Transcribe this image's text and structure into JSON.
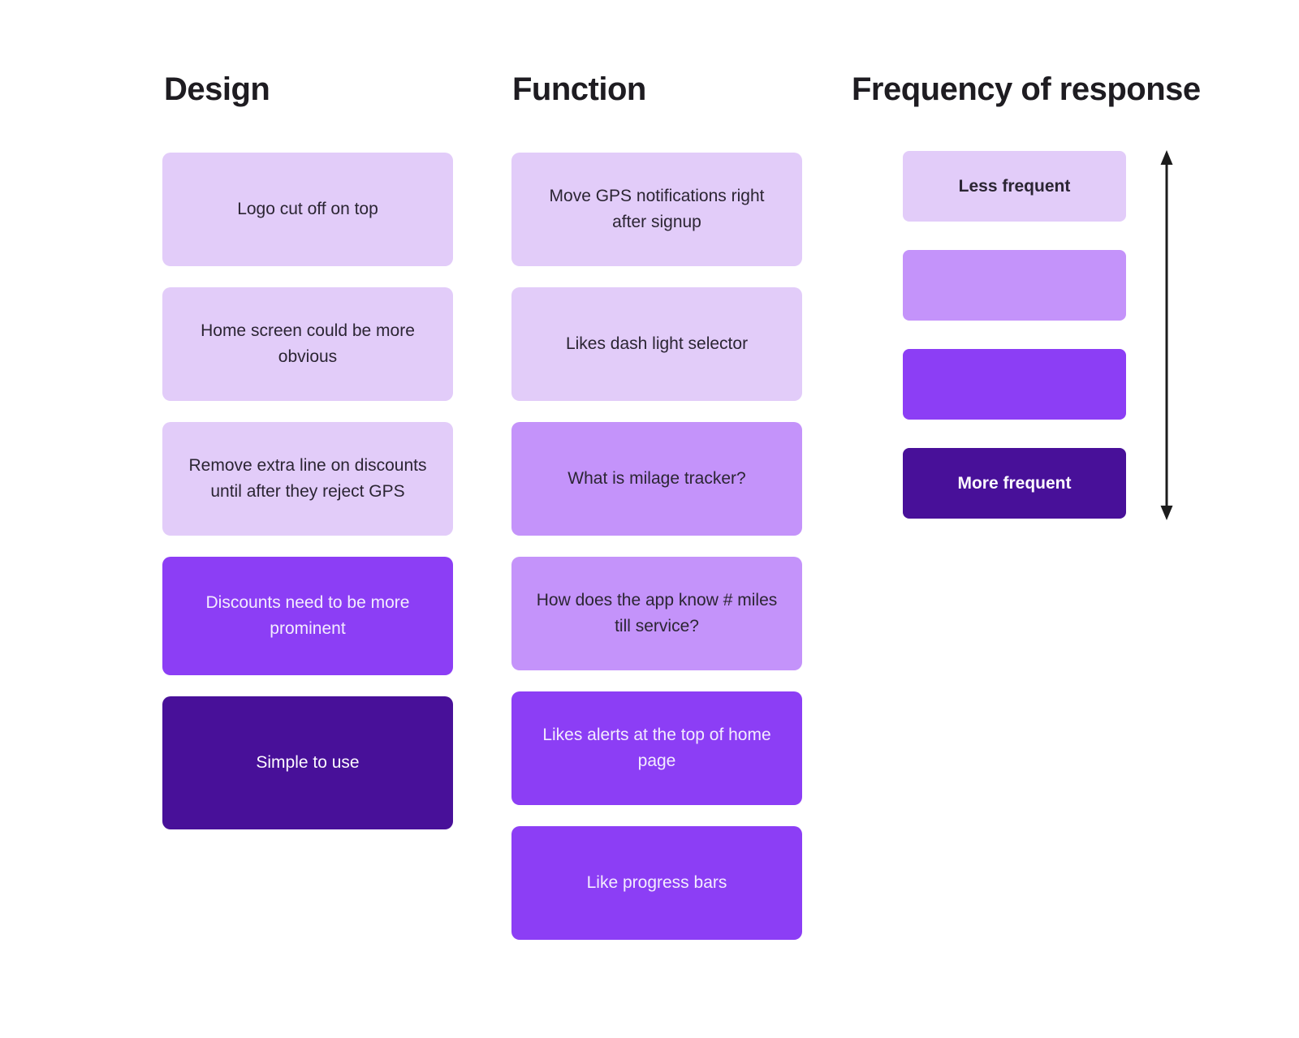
{
  "palette": {
    "background": "#ffffff",
    "note_lightest": "#e2ccf9",
    "note_light": "#c493fa",
    "note_bright": "#8c3ef5",
    "note_dark": "#481099",
    "text_on_light": "#2b2533",
    "text_on_bright": "#f3ecfe",
    "text_on_dark": "#fcfaff",
    "heading_text": "#1e1c21",
    "arrow": "#1c1c1c"
  },
  "columns": {
    "design": {
      "title": "Design",
      "cards": [
        {
          "label": "Logo cut off on top",
          "tone": "lightest"
        },
        {
          "label": "Home screen could be more obvious",
          "tone": "lightest"
        },
        {
          "label": "Remove extra line on discounts until after they reject GPS",
          "tone": "lightest"
        },
        {
          "label": "Discounts need to be more prominent",
          "tone": "bright"
        },
        {
          "label": "Simple to use",
          "tone": "dark"
        }
      ]
    },
    "function": {
      "title": "Function",
      "cards": [
        {
          "label": "Move GPS notifications right after signup",
          "tone": "lightest"
        },
        {
          "label": "Likes dash light selector",
          "tone": "lightest"
        },
        {
          "label": "What is milage tracker?",
          "tone": "light"
        },
        {
          "label": "How does the app know # miles till service?",
          "tone": "light"
        },
        {
          "label": "Likes alerts at the top of home page",
          "tone": "bright"
        },
        {
          "label": "Like progress bars",
          "tone": "bright"
        }
      ]
    },
    "frequency": {
      "title": "Frequency of response",
      "cards": [
        {
          "label": "Less frequent",
          "tone": "lightest"
        },
        {
          "label": "",
          "tone": "light"
        },
        {
          "label": "",
          "tone": "bright"
        },
        {
          "label": "More frequent",
          "tone": "dark"
        }
      ],
      "axis_arrow": "double-headed vertical arrow, less frequent (top) to more frequent (bottom)"
    }
  }
}
